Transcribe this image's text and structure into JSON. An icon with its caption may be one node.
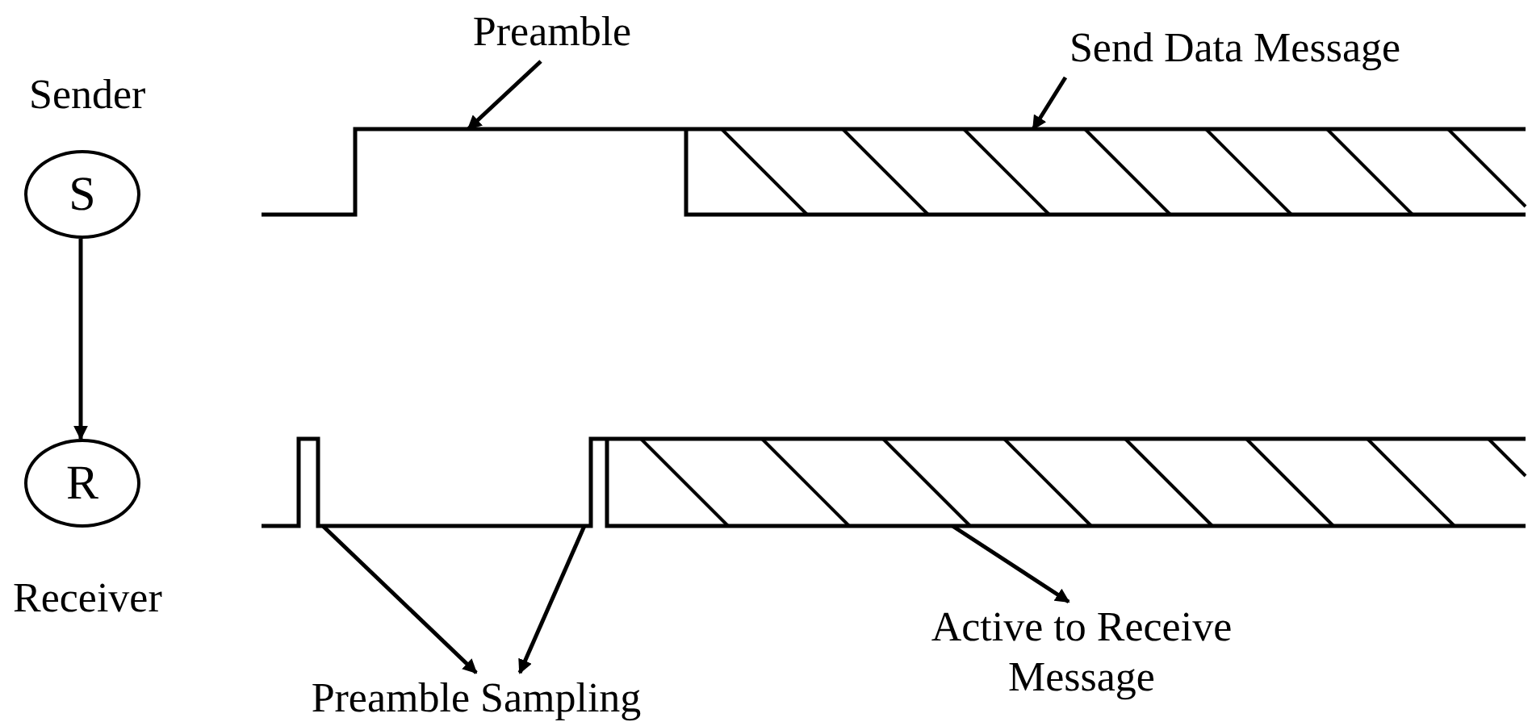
{
  "diagram": {
    "nodes": [
      {
        "text": [
          "S"
        ],
        "beside": [
          "Sender"
        ]
      },
      {
        "text": [
          "R"
        ],
        "beside": [
          "Receiver"
        ]
      },
      {
        "text": [
          "Preamble"
        ]
      },
      {
        "text": [
          "Send Data Message"
        ]
      },
      {
        "text": [
          "Preamble Sampling"
        ]
      },
      {
        "text": [
          "Active to Receive Message"
        ]
      },
      {
        "text": [],
        "shape": "picture"
      },
      {
        "text": [],
        "shape": "picture"
      }
    ],
    "edges": [
      {
        "from": 0,
        "to": 1,
        "arrow": "to"
      },
      {
        "from": 2,
        "to": 6,
        "arrow": "to"
      },
      {
        "from": 3,
        "to": 6,
        "arrow": "to"
      },
      {
        "from": 7,
        "to": 4,
        "arrow": "to"
      },
      {
        "from": 7,
        "to": 4,
        "arrow": "to"
      },
      {
        "from": 7,
        "to": 5,
        "arrow": "to"
      }
    ]
  }
}
